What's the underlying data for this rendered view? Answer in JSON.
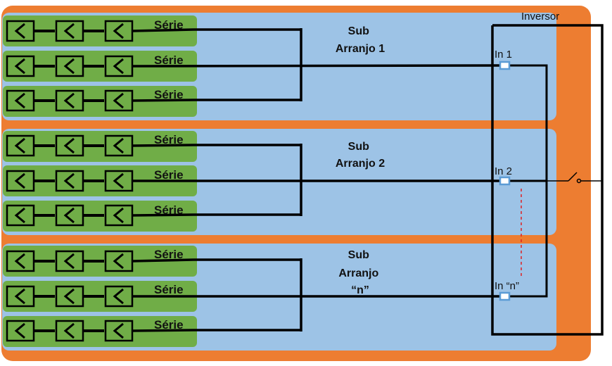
{
  "inverter": {
    "label": "Inversor"
  },
  "colors": {
    "outer_panel": "#ED7D31",
    "sub_panel": "#9DC3E6",
    "string_panel": "#70AD47",
    "wire": "#000000",
    "input_terminal": "#5B9BD5",
    "dashed_continuation": "#E02020"
  },
  "icon": "pv-module-icon",
  "sub_arrays": [
    {
      "label_lines": [
        "Sub",
        "Arranjo 1"
      ],
      "input_label": "In 1",
      "strings": [
        {
          "label": "Série"
        },
        {
          "label": "Série"
        },
        {
          "label": "Série"
        }
      ]
    },
    {
      "label_lines": [
        "Sub",
        "Arranjo 2"
      ],
      "input_label": "In 2",
      "strings": [
        {
          "label": "Série"
        },
        {
          "label": "Série"
        },
        {
          "label": "Série"
        }
      ]
    },
    {
      "label_lines": [
        "Sub",
        "Arranjo",
        "“n”"
      ],
      "input_label": "In “n”",
      "strings": [
        {
          "label": "Série"
        },
        {
          "label": "Série"
        },
        {
          "label": "Série"
        }
      ]
    }
  ]
}
